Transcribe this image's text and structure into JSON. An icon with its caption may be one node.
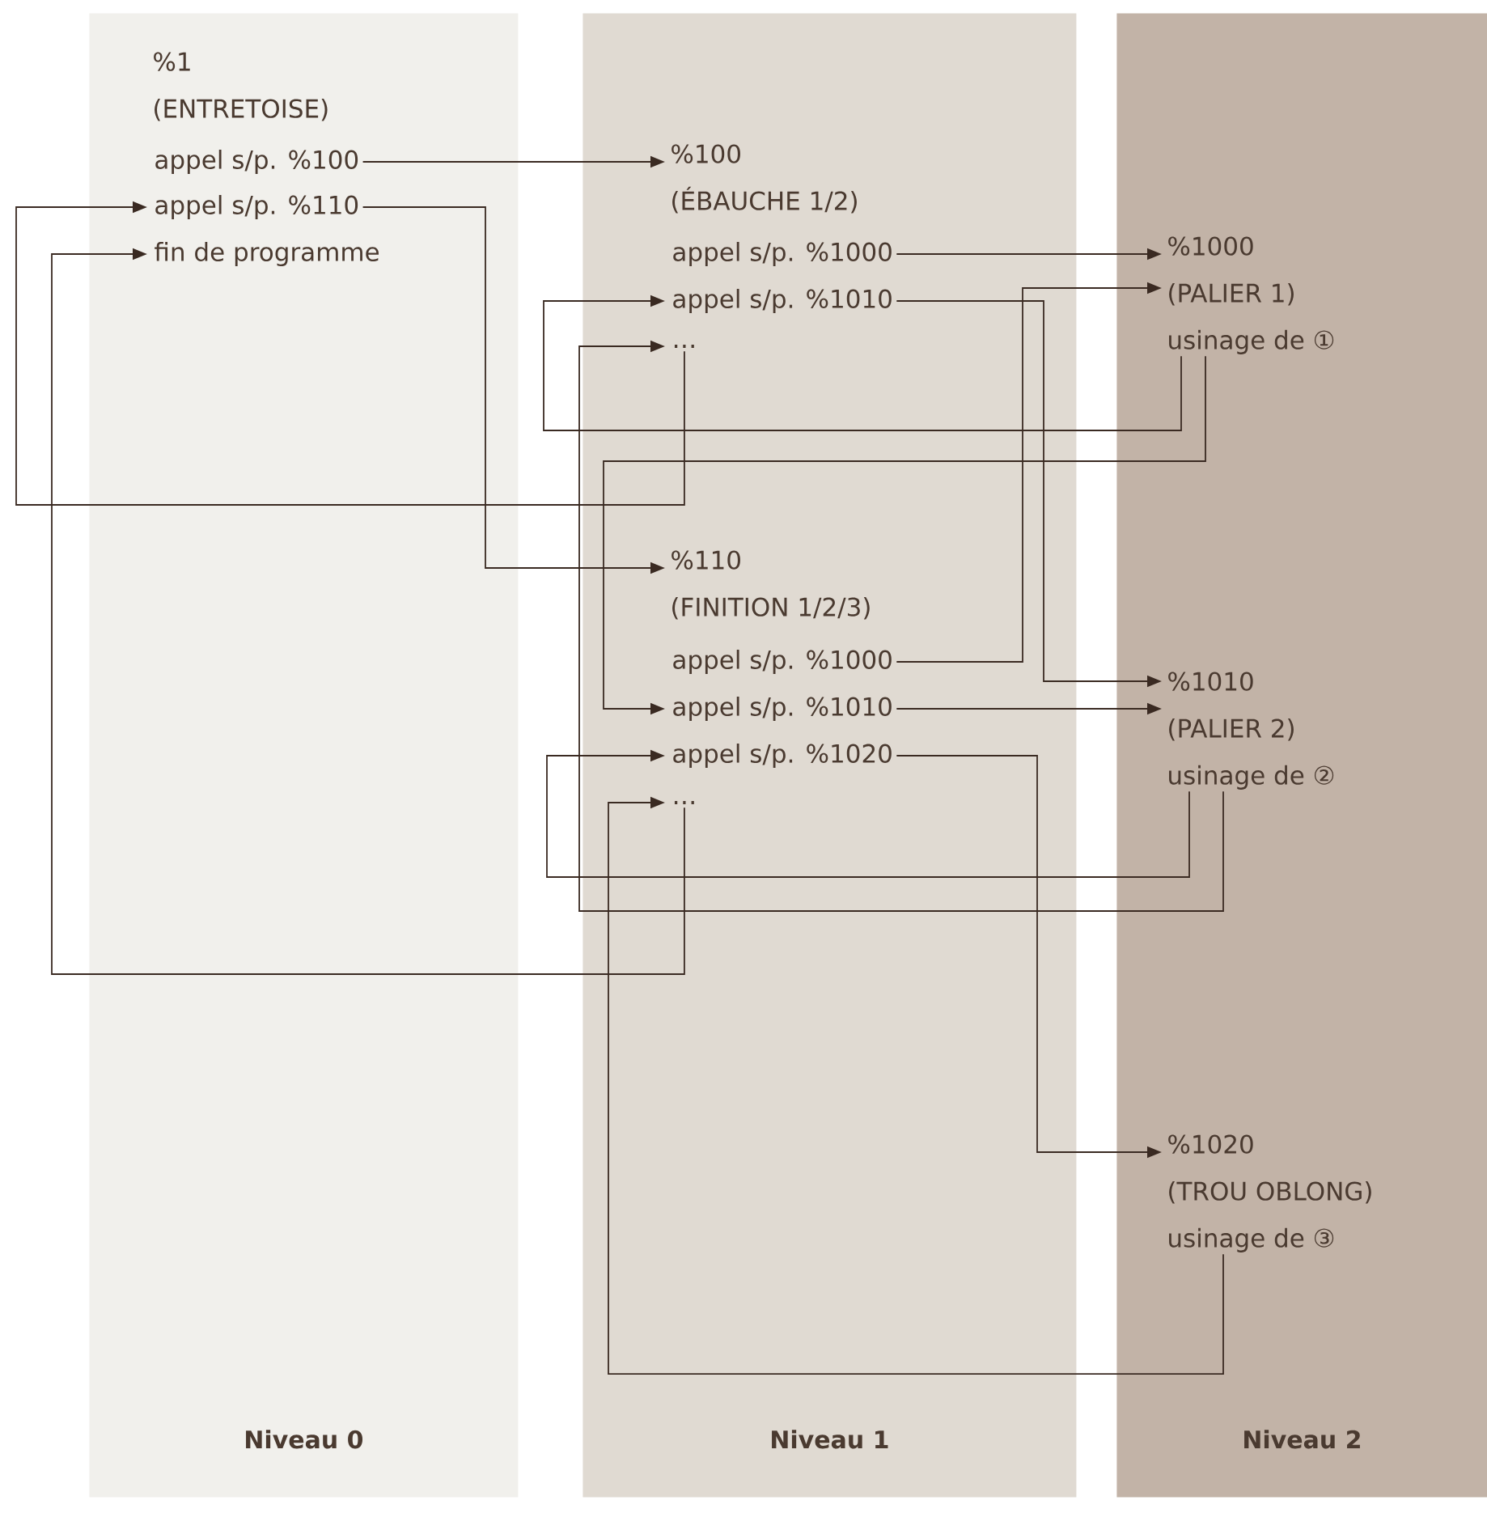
{
  "diagram": {
    "nodes": [
      {
        "text": [
          "Niveau 0"
        ]
      },
      {
        "text": [
          "Niveau 1"
        ]
      },
      {
        "text": [
          "Niveau 2"
        ]
      },
      {
        "text": [
          "%1",
          "(ENTRETOISE)"
        ],
        "in": 0
      },
      {
        "text": [
          "appel s/p. %100"
        ],
        "in": 0
      },
      {
        "text": [
          "appel s/p. %110"
        ],
        "in": 0
      },
      {
        "text": [
          "fin de programme"
        ],
        "in": 0
      },
      {
        "text": [
          "%100",
          "(ÉBAUCHE 1/2)"
        ],
        "in": 1
      },
      {
        "text": [
          "appel s/p. %1000"
        ],
        "in": 1
      },
      {
        "text": [
          "appel s/p. %1010"
        ],
        "in": 1
      },
      {
        "text": [
          "…"
        ],
        "in": 1
      },
      {
        "text": [
          "%110",
          "(FINITION 1/2/3)"
        ],
        "in": 1
      },
      {
        "text": [
          "appel s/p. %1000"
        ],
        "in": 1
      },
      {
        "text": [
          "appel s/p. %1010"
        ],
        "in": 1
      },
      {
        "text": [
          "appel s/p. %1020"
        ],
        "in": 1
      },
      {
        "text": [
          "…"
        ],
        "in": 1
      },
      {
        "text": [
          "%1000",
          "(PALIER 1)",
          "usinage de ①"
        ],
        "in": 2
      },
      {
        "text": [
          "%1010",
          "(PALIER 2)",
          "usinage de ②"
        ],
        "in": 2
      },
      {
        "text": [
          "%1020",
          "(TROU OBLONG)",
          "usinage de ③"
        ],
        "in": 2
      }
    ],
    "edges": [
      {
        "from": 4,
        "to": 7,
        "arrow": "to"
      },
      {
        "from": 5,
        "to": 11,
        "arrow": "to"
      },
      {
        "from": 10,
        "to": 5,
        "arrow": "to"
      },
      {
        "from": 15,
        "to": 6,
        "arrow": "to"
      },
      {
        "from": 8,
        "to": 16,
        "arrow": "to"
      },
      {
        "from": 16,
        "to": 9,
        "arrow": "to"
      },
      {
        "from": 9,
        "to": 17,
        "arrow": "to"
      },
      {
        "from": 12,
        "to": 16,
        "arrow": "to"
      },
      {
        "from": 16,
        "to": 13,
        "arrow": "to"
      },
      {
        "from": 13,
        "to": 17,
        "arrow": "to"
      },
      {
        "from": 17,
        "to": 14,
        "arrow": "to"
      },
      {
        "from": 17,
        "to": 10,
        "arrow": "to"
      },
      {
        "from": 18,
        "to": 15,
        "arrow": "to"
      },
      {
        "from": 14,
        "to": 18,
        "arrow": "to"
      }
    ]
  }
}
